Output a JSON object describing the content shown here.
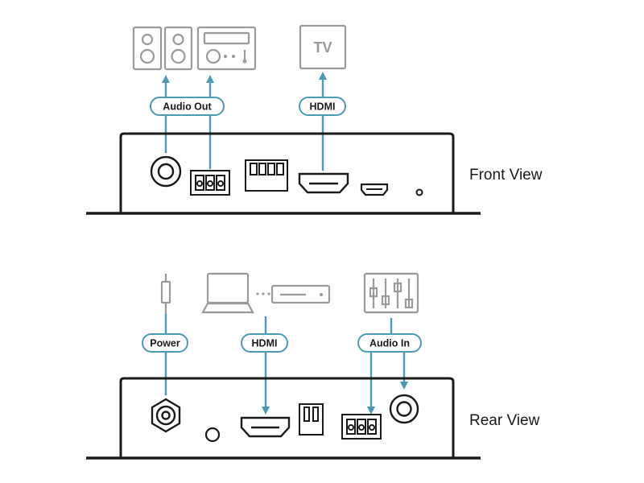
{
  "front_view": {
    "title": "Front View",
    "labels": {
      "audio_out": "Audio Out",
      "hdmi": "HDMI"
    },
    "devices": {
      "tv": "TV"
    }
  },
  "rear_view": {
    "title": "Rear View",
    "labels": {
      "power": "Power",
      "hdmi": "HDMI",
      "audio_in": "Audio In"
    }
  },
  "colors": {
    "line": "#4a9bb3",
    "device": "#9a9a9a",
    "box": "#1a1a1a"
  }
}
